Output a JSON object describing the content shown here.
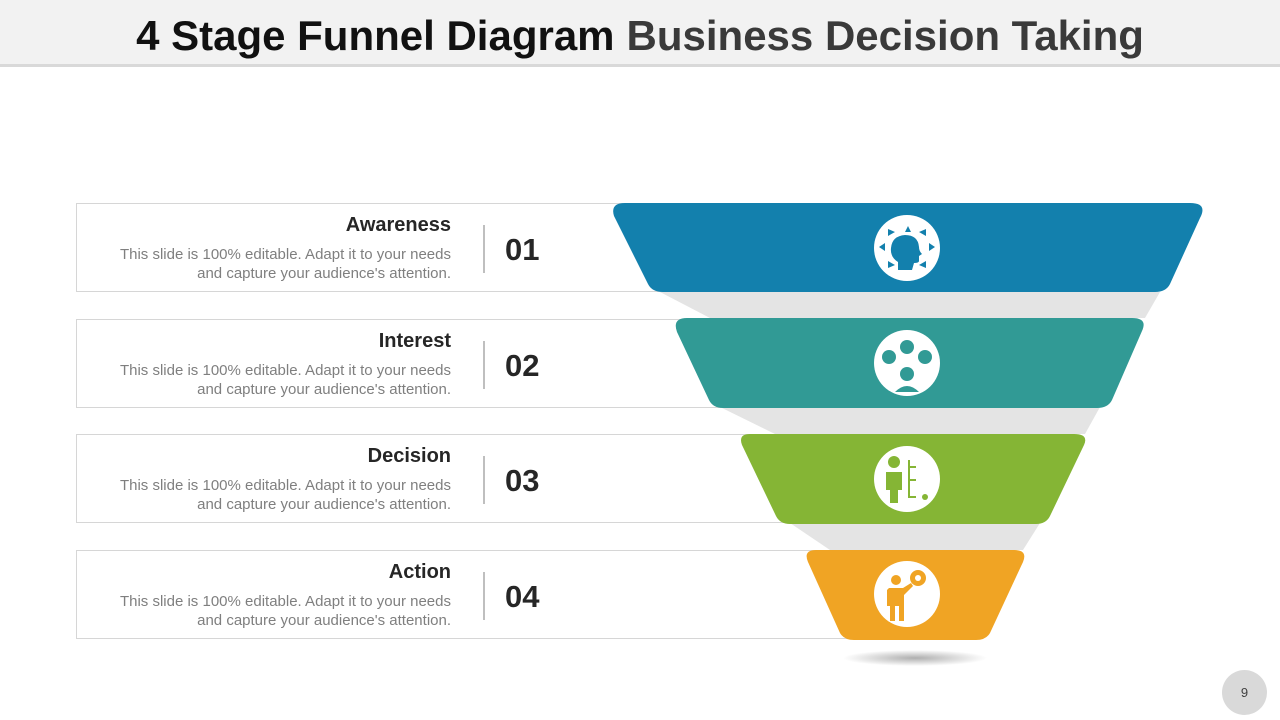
{
  "title": {
    "main": "4 Stage Funnel Diagram",
    "sub": "Business Decision Taking"
  },
  "stages": [
    {
      "number": "01",
      "heading": "Awareness",
      "description": "This slide is 100% editable. Adapt it to your needs and capture your audience's attention.",
      "color": "#1380ad",
      "icon": "head-arrows-icon"
    },
    {
      "number": "02",
      "heading": "Interest",
      "description": "This slide is 100% editable. Adapt it to your needs and capture your audience's attention.",
      "color": "#319a95",
      "icon": "person-interests-icon"
    },
    {
      "number": "03",
      "heading": "Decision",
      "description": "This slide is 100% editable. Adapt it to your needs and capture your audience's attention.",
      "color": "#85b535",
      "icon": "person-choice-icon"
    },
    {
      "number": "04",
      "heading": "Action",
      "description": "This slide is 100% editable. Adapt it to your needs and capture your audience's attention.",
      "color": "#f0a424",
      "icon": "person-gear-icon"
    }
  ],
  "page_number": "9"
}
